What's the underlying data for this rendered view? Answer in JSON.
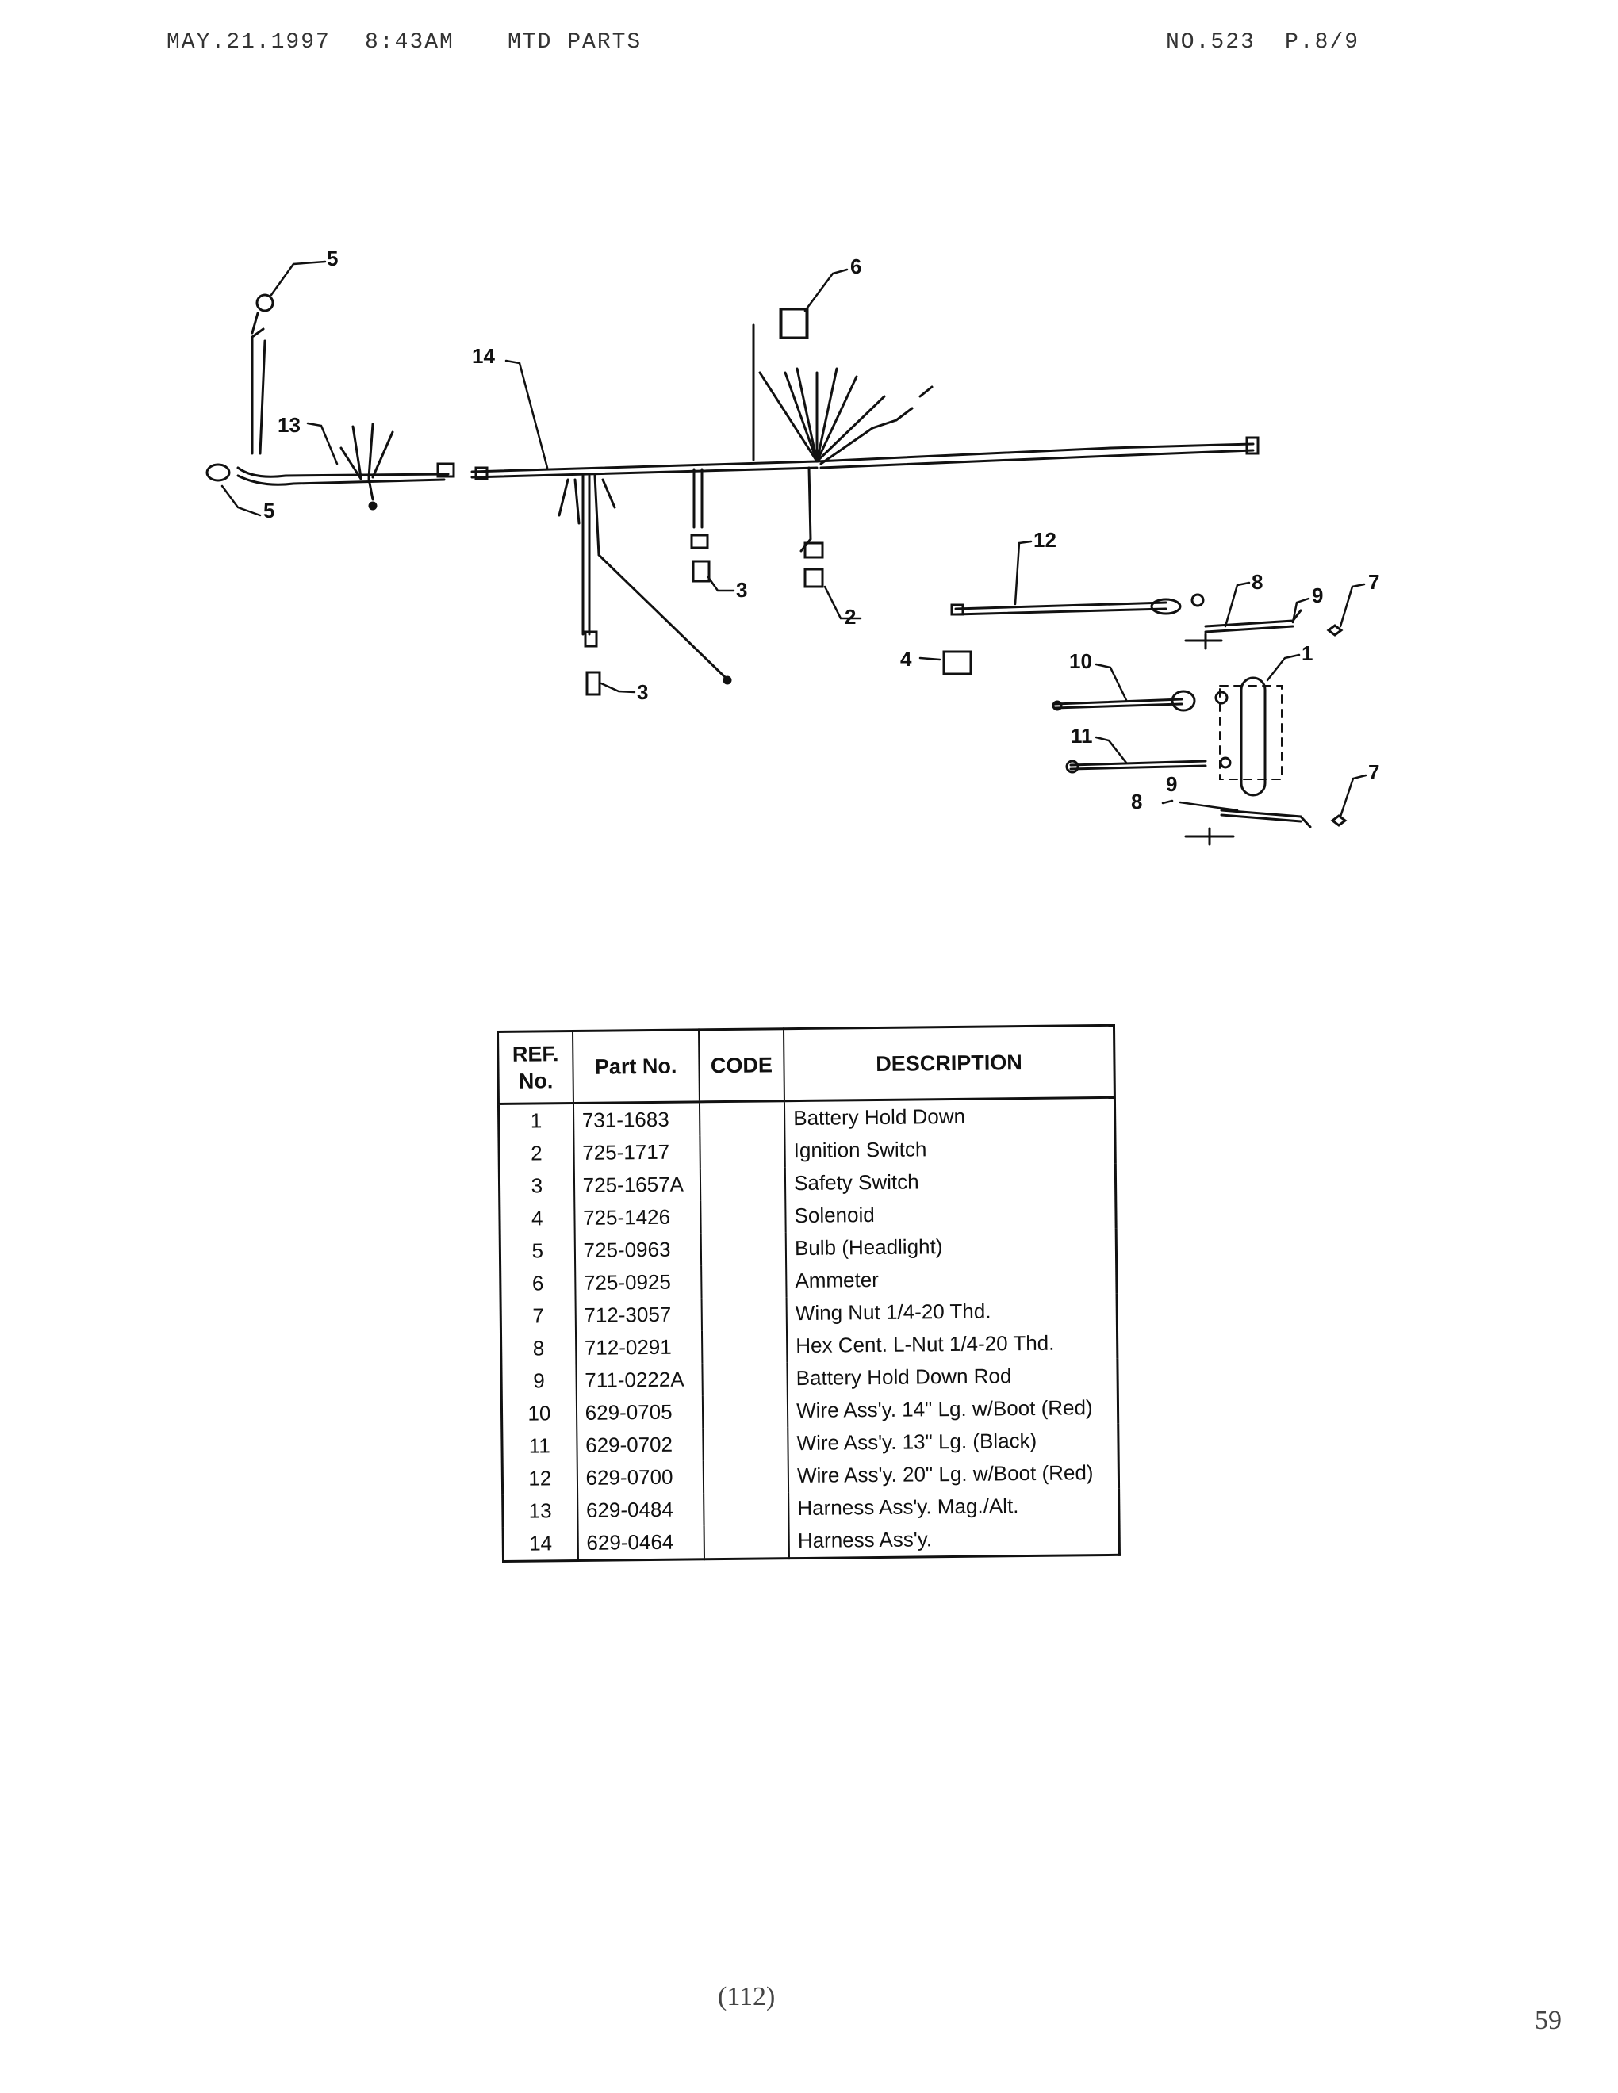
{
  "header": {
    "left": "MAY.21.1997",
    "time": "8:43AM",
    "source": "MTD PARTS",
    "page": "NO.523",
    "pages": "P.8/9"
  },
  "diagram": {
    "callouts": [
      "1",
      "2",
      "3",
      "3",
      "4",
      "5",
      "5",
      "6",
      "7",
      "7",
      "8",
      "8",
      "9",
      "9",
      "10",
      "11",
      "12",
      "13",
      "14"
    ]
  },
  "table": {
    "headers": {
      "ref": "REF. No.",
      "part": "Part No.",
      "code": "CODE",
      "description": "DESCRIPTION"
    },
    "rows": [
      {
        "ref": "1",
        "part": "731-1683",
        "code": "",
        "description": "Battery Hold Down"
      },
      {
        "ref": "2",
        "part": "725-1717",
        "code": "",
        "description": "Ignition Switch"
      },
      {
        "ref": "3",
        "part": "725-1657A",
        "code": "",
        "description": "Safety Switch"
      },
      {
        "ref": "4",
        "part": "725-1426",
        "code": "",
        "description": "Solenoid"
      },
      {
        "ref": "5",
        "part": "725-0963",
        "code": "",
        "description": "Bulb (Headlight)"
      },
      {
        "ref": "6",
        "part": "725-0925",
        "code": "",
        "description": "Ammeter"
      },
      {
        "ref": "7",
        "part": "712-3057",
        "code": "",
        "description": "Wing Nut 1/4-20 Thd."
      },
      {
        "ref": "8",
        "part": "712-0291",
        "code": "",
        "description": "Hex Cent. L-Nut 1/4-20 Thd."
      },
      {
        "ref": "9",
        "part": "711-0222A",
        "code": "",
        "description": "Battery Hold Down Rod"
      },
      {
        "ref": "10",
        "part": "629-0705",
        "code": "",
        "description": "Wire Ass'y. 14\" Lg. w/Boot (Red)"
      },
      {
        "ref": "11",
        "part": "629-0702",
        "code": "",
        "description": "Wire Ass'y. 13\" Lg. (Black)"
      },
      {
        "ref": "12",
        "part": "629-0700",
        "code": "",
        "description": "Wire Ass'y. 20\" Lg. w/Boot (Red)"
      },
      {
        "ref": "13",
        "part": "629-0484",
        "code": "",
        "description": "Harness Ass'y. Mag./Alt."
      },
      {
        "ref": "14",
        "part": "629-0464",
        "code": "",
        "description": "Harness Ass'y."
      }
    ]
  },
  "footer": {
    "page_mark": "(112)",
    "corner_mark": "59"
  }
}
